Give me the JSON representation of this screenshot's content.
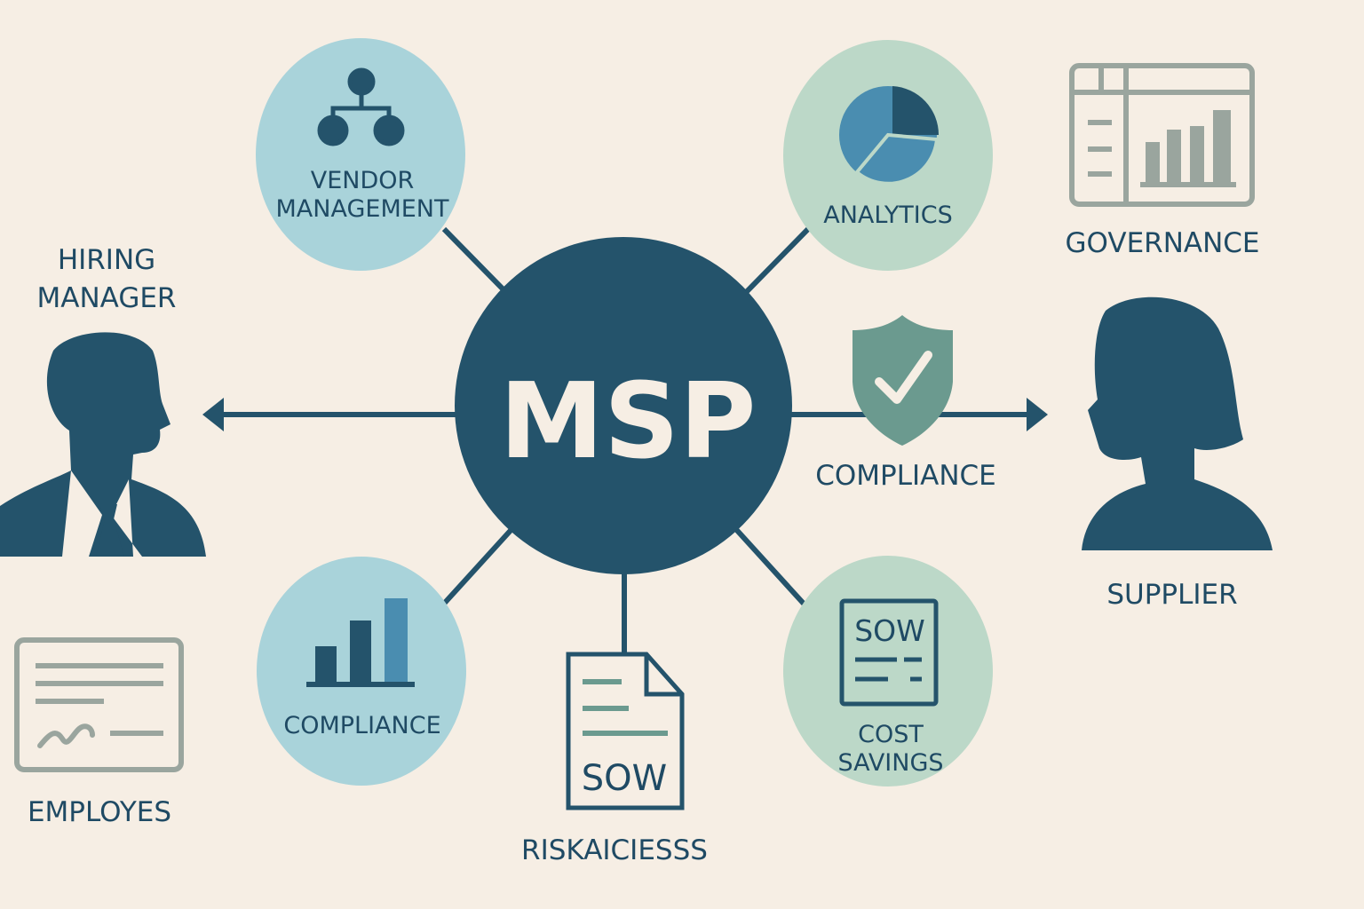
{
  "center": {
    "label": "MSP"
  },
  "nodes": {
    "vendor_management": [
      "VENDOR",
      "MANAGEMENT"
    ],
    "analytics": "ANALYTICS",
    "governance": "GOVERNANCE",
    "hiring_manager": [
      "HIRING",
      "MANAGER"
    ],
    "compliance_shield": "COMPLIANCE",
    "supplier": "SUPPLIER",
    "compliance_chart": "COMPLIANCE",
    "risk_doc": {
      "doc_label": "SOW",
      "caption": "RISKAICIESSS"
    },
    "cost_savings": {
      "doc_label": "SOW",
      "caption": [
        "COST",
        "SAVINGS"
      ]
    },
    "employees": "EMPLOYES"
  },
  "colors": {
    "background": "#f6eee4",
    "navy": "#24536b",
    "light_blue": "#a9d3da",
    "light_green": "#bcd8c8",
    "gray": "#9aa59e",
    "shield": "#6b9a8f"
  }
}
